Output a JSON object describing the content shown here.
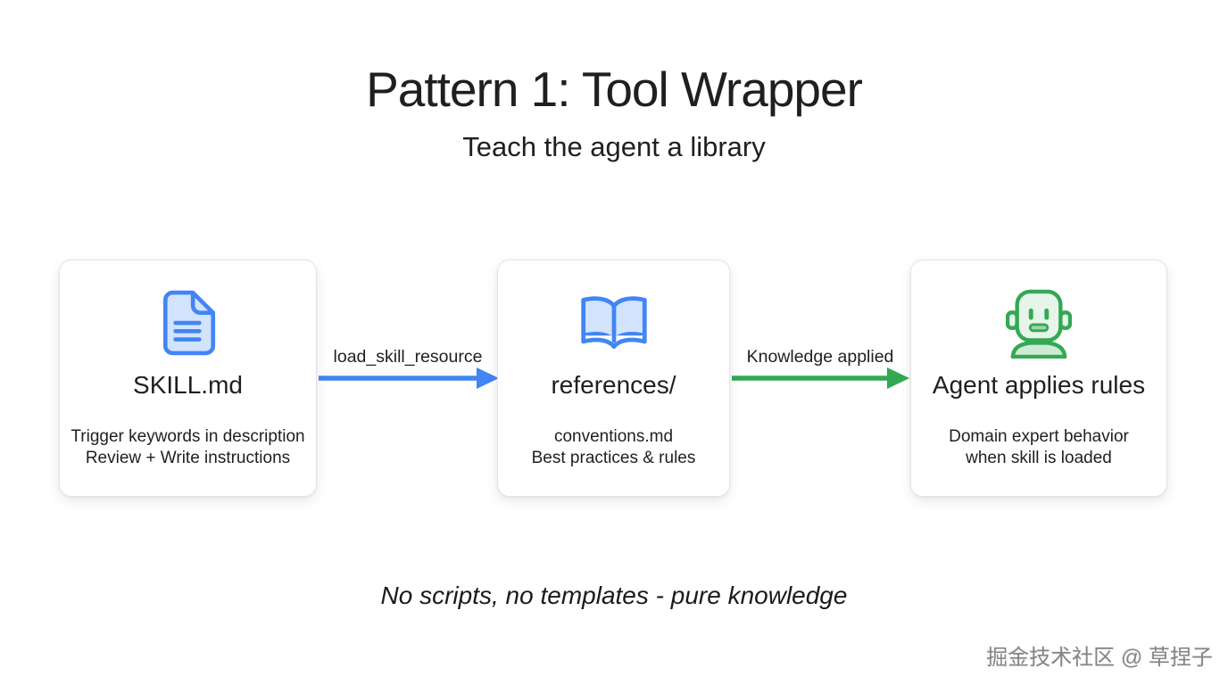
{
  "header": {
    "title": "Pattern 1: Tool Wrapper",
    "subtitle": "Teach the agent a library"
  },
  "diagram": {
    "nodes": [
      {
        "icon": "document-icon",
        "title": "SKILL.md",
        "lines": [
          "Trigger keywords in description",
          "Review + Write instructions"
        ]
      },
      {
        "icon": "book-icon",
        "title": "references/",
        "lines": [
          "conventions.md",
          "Best practices & rules"
        ]
      },
      {
        "icon": "robot-icon",
        "title": "Agent applies rules",
        "lines": [
          "Domain expert behavior",
          "when skill is loaded"
        ]
      }
    ],
    "edges": [
      {
        "label": "load_skill_resource",
        "color": "#4285f4"
      },
      {
        "label": "Knowledge applied",
        "color": "#34a853"
      }
    ]
  },
  "footer": {
    "note": "No scripts, no templates - pure knowledge"
  },
  "watermark": {
    "text": "掘金技术社区 @ 草捏子"
  },
  "colors": {
    "blue_stroke": "#4285f4",
    "blue_fill": "#d2e3fc",
    "green_stroke": "#34a853",
    "green_fill_light": "#e6f4ea",
    "green_fill": "#ceead6",
    "text": "#1f1f1f",
    "card_border": "#e4e4e4",
    "watermark_gray": "#646464"
  }
}
